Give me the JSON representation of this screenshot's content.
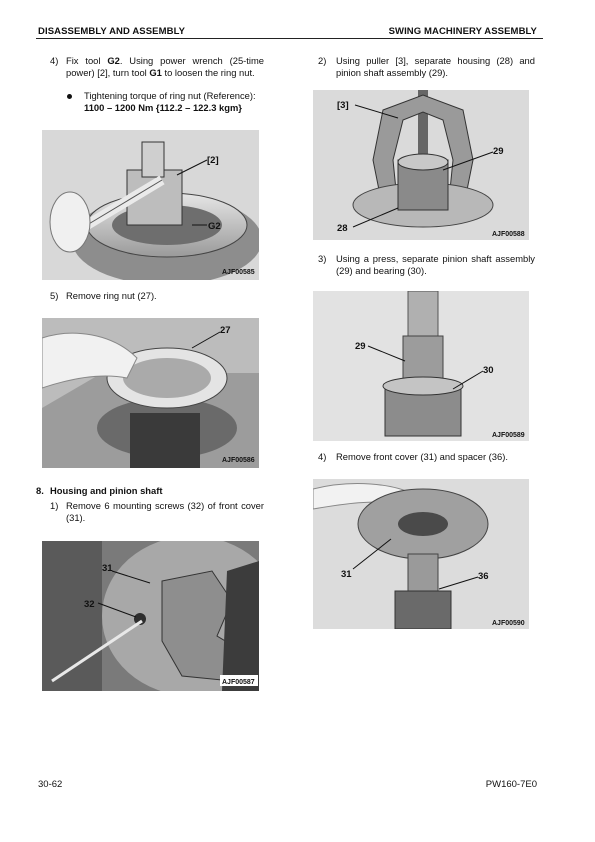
{
  "header": {
    "left": "DISASSEMBLY AND ASSEMBLY",
    "right": "SWING MACHINERY ASSEMBLY"
  },
  "left_col": {
    "step4": {
      "num": "4)",
      "pre": "Fix tool ",
      "tool1": "G2",
      "mid": ". Using power wrench (25-time power) [2], turn tool ",
      "tool2": "G1",
      "post": " to loosen the ring nut.",
      "bullet_text": "Tightening torque of ring nut (Reference):",
      "torque": "1100 – 1200 Nm {112.2 – 122.3 kgm}"
    },
    "fig1": {
      "code": "AJF00585",
      "label_a": "[2]",
      "label_b": "G2"
    },
    "step5": {
      "num": "5)",
      "text": "Remove ring nut (27)."
    },
    "fig2": {
      "code": "AJF00586",
      "label_a": "27"
    },
    "section": {
      "num": "8.",
      "title": "Housing and pinion shaft"
    },
    "step1": {
      "num": "1)",
      "text": "Remove 6 mounting screws (32) of front cover (31)."
    },
    "fig3": {
      "code": "AJF00587",
      "label_a": "31",
      "label_b": "32"
    }
  },
  "right_col": {
    "step2": {
      "num": "2)",
      "text": "Using puller [3], separate housing (28) and pinion shaft assembly (29)."
    },
    "fig4": {
      "code": "AJF00588",
      "label_a": "[3]",
      "label_b": "29",
      "label_c": "28"
    },
    "step3": {
      "num": "3)",
      "text": "Using a press, separate pinion shaft assembly (29) and bearing (30)."
    },
    "fig5": {
      "code": "AJF00589",
      "label_a": "29",
      "label_b": "30"
    },
    "step4": {
      "num": "4)",
      "text": "Remove front cover (31) and spacer (36)."
    },
    "fig6": {
      "code": "AJF00590",
      "label_a": "31",
      "label_b": "36"
    }
  },
  "footer": {
    "left": "30-62",
    "right": "PW160-7E0"
  }
}
